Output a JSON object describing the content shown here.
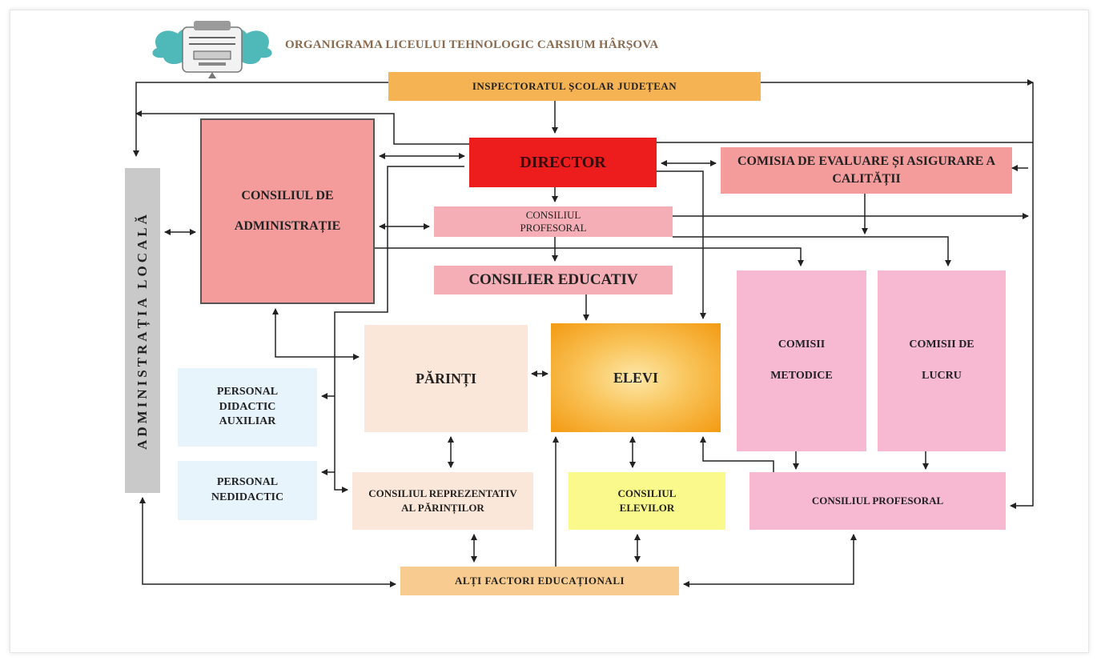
{
  "title": "ORGANIGRAMA LICEULUI TEHNOLOGIC CARSIUM HÂRȘOVA",
  "nodes": {
    "inspectorat": "INSPECTORATUL ȘCOLAR JUDEȚEAN",
    "director": "DIRECTOR",
    "comisia_evaluare": "COMISIA DE EVALUARE ȘI ASIGURARE A CALITĂȚII",
    "consiliul_administratie_1": "CONSILIUL DE",
    "consiliul_administratie_2": "ADMINISTRAȚIE",
    "consiliul_profesoral_top_1": "CONSILIUL",
    "consiliul_profesoral_top_2": "PROFESORAL",
    "consilier_educativ": "CONSILIER EDUCATIV",
    "administratia_locala": "ADMINISTRAȚIA LOCALĂ",
    "parinti": "PĂRINȚI",
    "elevi": "ELEVI",
    "comisii_metodice_1": "COMISII",
    "comisii_metodice_2": "METODICE",
    "comisii_lucru_1": "COMISII DE",
    "comisii_lucru_2": "LUCRU",
    "personal_didactic_auxiliar": "PERSONAL DIDACTIC AUXILIAR",
    "personal_nedidactic": "PERSONAL NEDIDACTIC",
    "consiliul_reprezentativ": "CONSILIUL REPREZENTATIV AL PĂRINȚILOR",
    "consiliul_elevilor": "CONSILIUL ELEVILOR",
    "consiliul_profesoral_bottom": "CONSILIUL PROFESORAL",
    "alti_factori": "ALȚI FACTORI EDUCAȚIONALI"
  },
  "colors": {
    "inspectorat": "#f6b354",
    "director": "#ee1d1d",
    "comisia_evaluare": "#f49c9c",
    "consiliul_administratie": "#f49c9c",
    "consiliul_profesoral_top": "#f5aeb6",
    "consilier_educativ": "#f5aeb6",
    "administratia_locala": "#c9c9c9",
    "parinti": "#fbe7d9",
    "elevi": "#f59a16",
    "comisii": "#f7b8d2",
    "personal": "#e8f4fc",
    "consiliul_reprezentativ": "#fbe7d9",
    "consiliul_elevilor": "#fafa8c",
    "consiliul_profesoral_bottom": "#f7b8d2",
    "alti_factori": "#f8cc90"
  }
}
